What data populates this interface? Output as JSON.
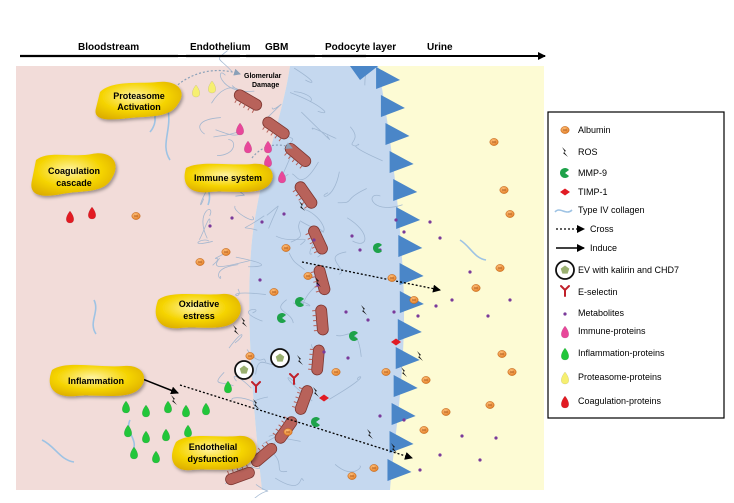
{
  "header": {
    "bloodstream": "Bloodstream",
    "endothelium": "Endothelium",
    "gbm": "GBM",
    "podocyte": "Podocyte layer",
    "urine": "Urine"
  },
  "annotations": {
    "glomerular_1": "Glomerular",
    "glomerular_2": "Damage"
  },
  "processes": {
    "proteasome_1": "Proteasome",
    "proteasome_2": "Activation",
    "coagulation_1": "Coagulation",
    "coagulation_2": "cascade",
    "immune": "Immune system",
    "oxidative_1": "Oxidative",
    "oxidative_2": "estress",
    "inflammation": "Inflammation",
    "endothelial_1": "Endothelial",
    "endothelial_2": "dysfunction"
  },
  "legend": {
    "items": [
      "Albumin",
      "ROS",
      "MMP-9",
      "TIMP-1",
      "Type IV collagen",
      "Cross",
      "Induce",
      "EV with kalirin and CHD7",
      "E-selectin",
      "Metabolites",
      "Immune-proteins",
      "Inflammation-proteins",
      "Proteasome-proteins",
      "Coagulation-proteins"
    ]
  },
  "colors": {
    "blood": "#f2dcd9",
    "gbm": "#c5d8ef",
    "urine": "#fdfbd4",
    "podocyte": "#4a86c8",
    "endothelial_cell": "#b8625a",
    "albumin": "#f0923a",
    "metabolite": "#7a3a9a",
    "mmp9": "#1ea24a",
    "timp1": "#e11b24",
    "eselectin": "#c0202a",
    "ev": "#9ab070",
    "immune": "#e8479a",
    "inflammation": "#22c63a",
    "proteasome": "#f6ef70",
    "coagulation": "#e21a22",
    "process_blob": "#f5d400"
  }
}
